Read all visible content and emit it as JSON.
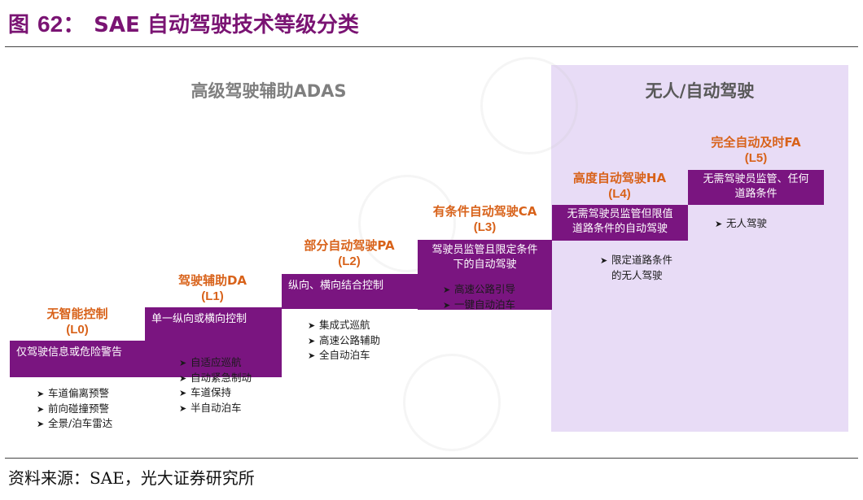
{
  "figure": {
    "title_prefix": "图",
    "title_number": "62：",
    "title_text": "SAE 自动驾驶技术等级分类"
  },
  "sections": {
    "adas": "高级驾驶辅助ADAS",
    "autonomous": "无人/自动驾驶"
  },
  "levels": [
    {
      "name": "无智能控制",
      "code": "(L0)",
      "step": "仅驾驶信息或危险警告",
      "features": [
        "车道偏离预警",
        "前向碰撞预警",
        "全景/泊车雷达"
      ]
    },
    {
      "name": "驾驶辅助DA",
      "code": "(L1)",
      "step": "单一纵向或横向控制",
      "features": [
        "自适应巡航",
        "自动紧急制动",
        "车道保持",
        "半自动泊车"
      ]
    },
    {
      "name": "部分自动驾驶PA",
      "code": "(L2)",
      "step": "纵向、横向结合控制",
      "features": [
        "集成式巡航",
        "高速公路辅助",
        "全自动泊车"
      ]
    },
    {
      "name": "有条件自动驾驶CA",
      "code": "(L3)",
      "step_line1": "驾驶员监管且限定条件",
      "step_line2": "下的自动驾驶",
      "features": [
        "高速公路引导",
        "一键自动泊车"
      ]
    },
    {
      "name": "高度自动驾驶HA",
      "code": "(L4)",
      "step_line1": "无需驾驶员监管但限值",
      "step_line2": "道路条件的自动驾驶",
      "features_line1": "限定道路条件",
      "features_line2": "的无人驾驶"
    },
    {
      "name": "完全自动及时FA",
      "code": "(L5)",
      "step_line1": "无需驾驶员监管、任何",
      "step_line2": "道路条件",
      "features": [
        "无人驾驶"
      ]
    }
  ],
  "bullet_symbol": "➤",
  "source": "资料来源：SAE，光大证券研究所",
  "colors": {
    "title": "#7a1473",
    "step_box": "#7a1580",
    "level_name": "#d8621a",
    "auto_panel": "#e8dcf6",
    "section_label": "#7f7f7f"
  }
}
